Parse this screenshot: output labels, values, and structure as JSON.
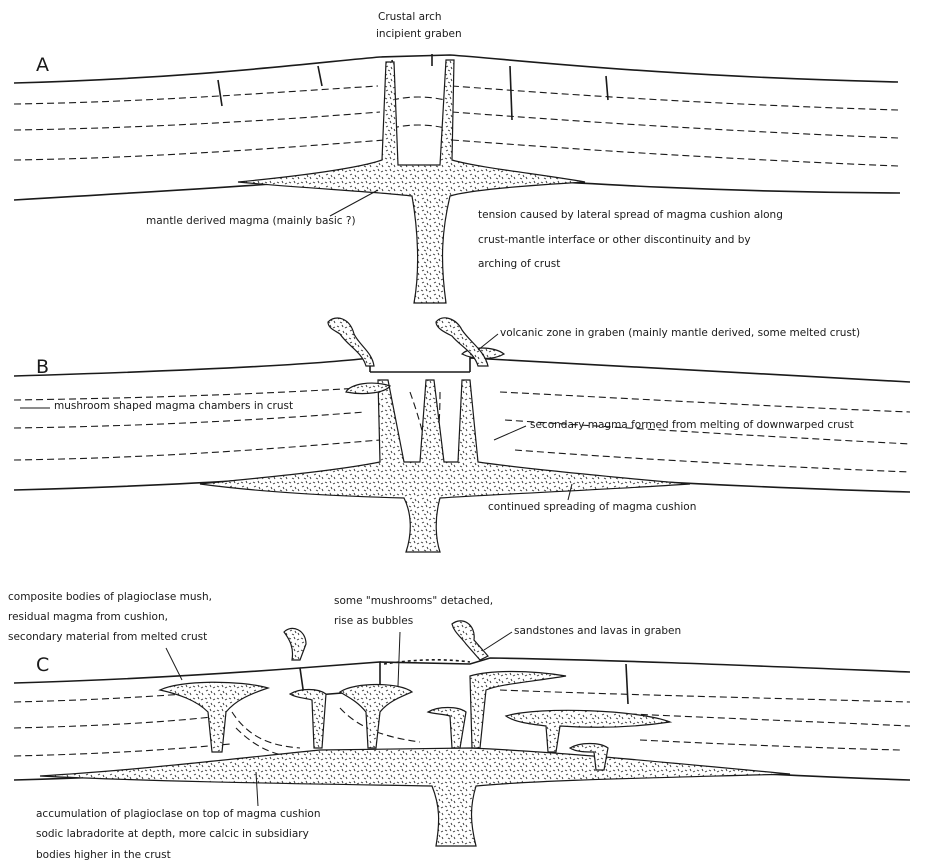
{
  "panels": [
    {
      "letter": "A",
      "labels": {
        "top_line1": "Crustal arch",
        "top_line2": "incipient graben",
        "magma": "mantle derived magma (mainly basic ?)",
        "tension_line1": "tension caused by lateral spread of magma cushion along",
        "tension_line2": "crust-mantle interface or other discontinuity and by",
        "tension_line3": "arching of crust"
      }
    },
    {
      "letter": "B",
      "labels": {
        "volcanic": "volcanic zone in graben (mainly mantle derived, some melted crust)",
        "mushroom": "mushroom shaped magma chambers in crust",
        "secondary": "secondary magma formed from melting of downwarped crust",
        "spreading": "continued spreading of magma cushion"
      }
    },
    {
      "letter": "C",
      "labels": {
        "composite_line1": "composite bodies of plagioclase mush,",
        "composite_line2": "residual magma from cushion,",
        "composite_line3": "secondary material from melted crust",
        "detached_line1": "some \"mushrooms\" detached,",
        "detached_line2": "rise as bubbles",
        "sandstones": "sandstones and lavas in graben",
        "accum_line1": "accumulation of plagioclase on top of magma cushion",
        "accum_line2": "sodic labradorite at depth, more calcic in subsidiary",
        "accum_line3": "bodies higher in the crust"
      }
    }
  ]
}
